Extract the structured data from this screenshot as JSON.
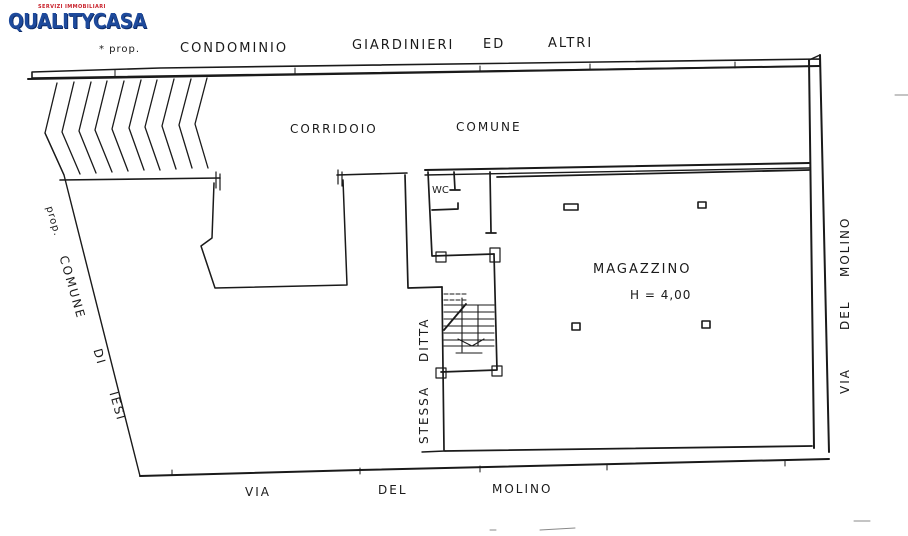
{
  "logo": {
    "tagline": "SERVIZI IMMOBILIARI",
    "brand": "QUALITYCASA",
    "colors": {
      "primary": "#1e4a9c",
      "accent": "#c8202a"
    }
  },
  "labels": {
    "top_prefix": "* prop.",
    "top_1": "CONDOMINIO",
    "top_2": "GIARDINIERI",
    "top_3": "ED",
    "top_4": "ALTRI",
    "corridor_1": "CORRIDOIO",
    "corridor_2": "COMUNE",
    "wc": "WC",
    "room_name": "MAGAZZINO",
    "room_height": "H = 4,00",
    "left_prefix": "prop.",
    "left_1": "COMUNE",
    "left_2": "DI",
    "left_3": "IESI",
    "right_1": "VIA",
    "right_2": "DEL",
    "right_3": "MOLINO",
    "bottom_1": "VIA",
    "bottom_2": "DEL",
    "bottom_3": "MOLINO",
    "inner_1": "STESSA",
    "inner_2": "DITTA"
  },
  "colors": {
    "ink": "#1a1a1a",
    "paper": "#ffffff"
  }
}
